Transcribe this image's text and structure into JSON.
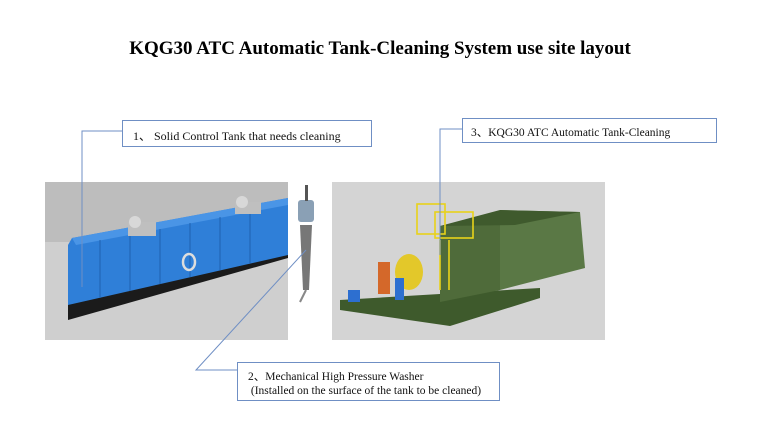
{
  "title": "KQG30 ATC Automatic Tank-Cleaning System use site layout",
  "callouts": {
    "tank": "1、 Solid Control Tank that needs cleaning",
    "washer_line1": "2、Mechanical High Pressure Washer",
    "washer_line2": " (Installed on the surface of the tank to be cleaned)",
    "system": "3、KQG30 ATC Automatic Tank-Cleaning"
  },
  "colors": {
    "callout_border": "#6f8fc4",
    "tank_blue": "#2f7fd8",
    "system_green": "#4f6b3a",
    "rail_yellow": "#e8d21a"
  }
}
